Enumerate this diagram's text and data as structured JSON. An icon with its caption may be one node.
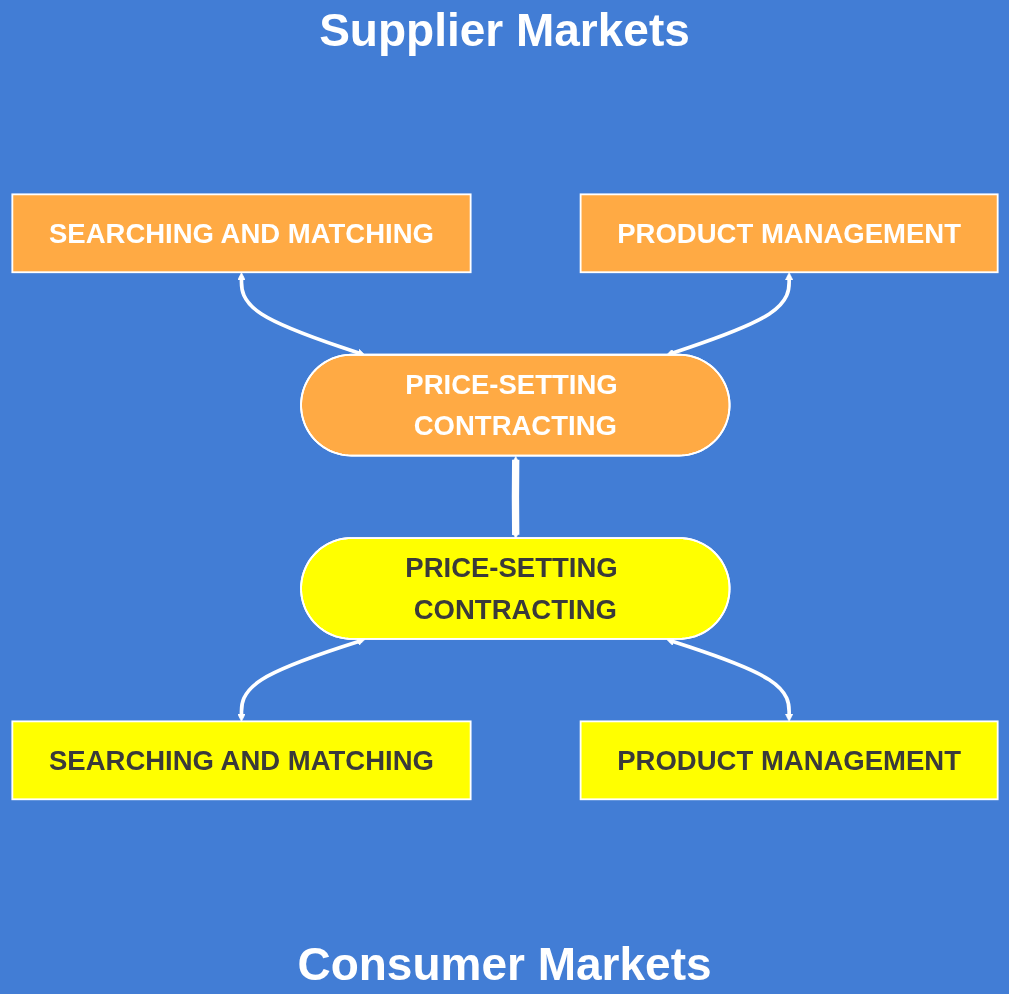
{
  "diagram": {
    "nodes": [
      {
        "text": [
          "SEARCHING AND MATCHING"
        ]
      },
      {
        "text": [
          "PRODUCT MANAGEMENT"
        ]
      },
      {
        "text": [
          "PRICE-SETTING CONTRACTING"
        ]
      },
      {
        "text": [
          "PRICE-SETTING CONTRACTING"
        ]
      },
      {
        "text": [
          "SEARCHING AND MATCHING"
        ]
      },
      {
        "text": [
          "PRODUCT MANAGEMENT"
        ]
      }
    ],
    "edges": [
      {
        "from": 0,
        "to": 2,
        "arrow": "both"
      },
      {
        "from": 1,
        "to": 2,
        "arrow": "both"
      },
      {
        "from": 2,
        "to": 3,
        "arrow": "both",
        "style": "thick"
      },
      {
        "from": 3,
        "to": 4,
        "arrow": "both"
      },
      {
        "from": 3,
        "to": 5,
        "arrow": "both"
      }
    ],
    "labels": [
      "Supplier Markets",
      "Consumer Markets"
    ]
  }
}
